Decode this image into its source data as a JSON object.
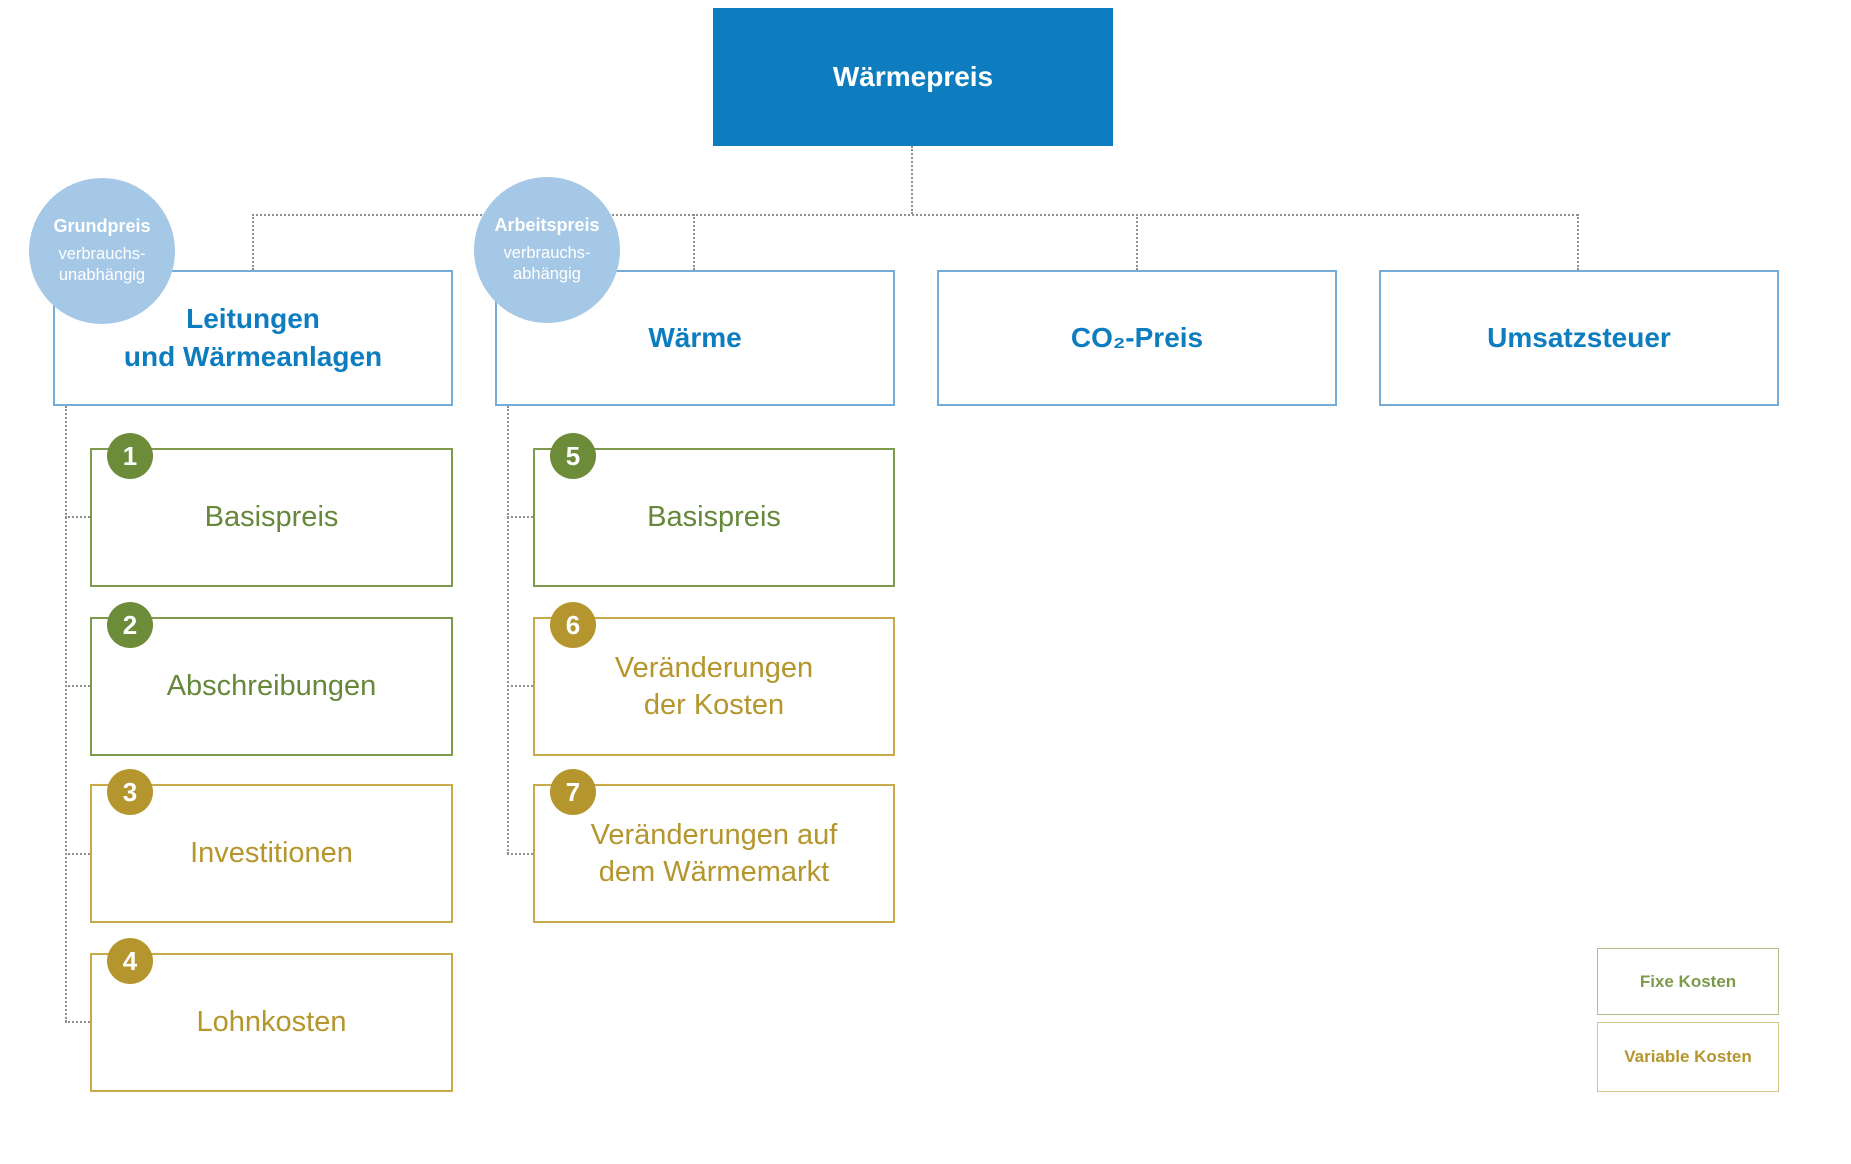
{
  "colors": {
    "blue": "#0d7dbf",
    "blue_border": "#75add8",
    "blue_text": "#0e7dc0",
    "badge_blue": "#a5c8e6",
    "green_border": "#7d9b4a",
    "green_text": "#65883a",
    "green_text2": "#7b9a4a",
    "green_badge": "#6d8c3a",
    "gold_border": "#c8aa4b",
    "gold_text": "#b5952d",
    "gold_badge": "#b5952d",
    "legend_green_border": "#aebd8a",
    "legend_gold_border": "#d8c488",
    "connector": "#8f8f8f"
  },
  "root": {
    "label": "Wärmepreis"
  },
  "columns": [
    {
      "header": {
        "label": "Leitungen\nund Wärmeanlagen"
      },
      "badge": {
        "title": "Grundpreis",
        "subtitle": "verbrauchs-\nunabhängig"
      },
      "children": [
        {
          "num": "1",
          "label": "Basispreis",
          "type": "fix"
        },
        {
          "num": "2",
          "label": "Abschreibungen",
          "type": "fix"
        },
        {
          "num": "3",
          "label": "Investitionen",
          "type": "variabel"
        },
        {
          "num": "4",
          "label": "Lohnkosten",
          "type": "variabel"
        }
      ]
    },
    {
      "header": {
        "label": "Wärme"
      },
      "badge": {
        "title": "Arbeitspreis",
        "subtitle": "verbrauchs-\nabhängig"
      },
      "children": [
        {
          "num": "5",
          "label": "Basispreis",
          "type": "fix"
        },
        {
          "num": "6",
          "label": "Veränderungen\nder Kosten",
          "type": "variabel"
        },
        {
          "num": "7",
          "label": "Veränderungen auf\ndem Wärmemarkt",
          "type": "variabel"
        }
      ]
    },
    {
      "header": {
        "label": "CO₂-Preis"
      }
    },
    {
      "header": {
        "label": "Umsatzsteuer"
      }
    }
  ],
  "legend": [
    {
      "label": "Fixe Kosten",
      "type": "fix"
    },
    {
      "label": "Variable Kosten",
      "type": "variabel"
    }
  ]
}
